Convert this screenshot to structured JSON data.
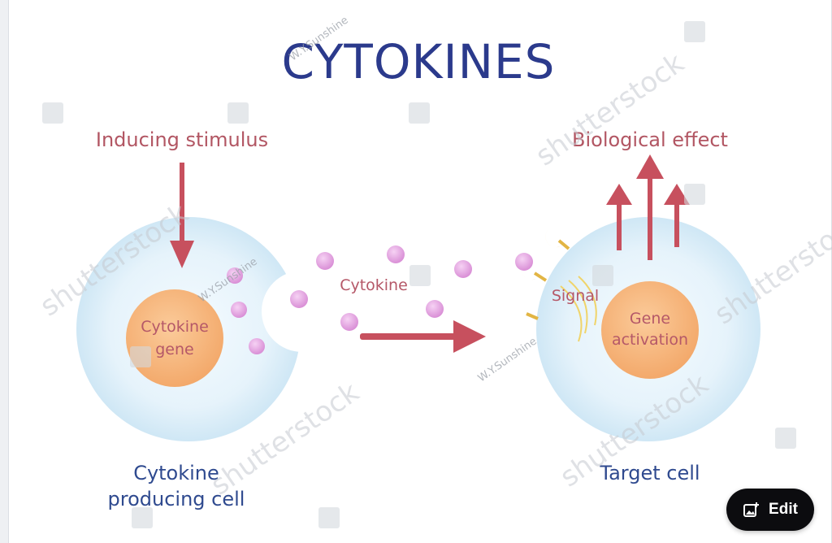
{
  "diagram": {
    "title": "CYTOKINES",
    "inducing_stimulus": "Inducing stimulus",
    "biological_effect": "Biological effect",
    "cytokine_gene_line1": "Cytokine",
    "cytokine_gene_line2": "gene",
    "cytokine_label": "Cytokine",
    "signal_label": "Signal",
    "gene_activation_line1": "Gene",
    "gene_activation_line2": "activation",
    "producing_cell_line1": "Cytokine",
    "producing_cell_line2": "producing cell",
    "target_cell": "Target cell"
  },
  "watermarks": {
    "stock_mark": "shutterstock",
    "author_mark": "W.Y.Sunshine"
  },
  "actions": {
    "edit_label": "Edit"
  },
  "colors": {
    "title": "#2b3a8c",
    "red_label": "#b25663",
    "blue_label": "#2f4a8f",
    "arrow": "#c7505e",
    "cell_fill": "#e3f2fb",
    "nucleus_fill": "#f6b27a",
    "cytokine_dot": "#e7a2e3",
    "receptor": "#f3c54e"
  }
}
